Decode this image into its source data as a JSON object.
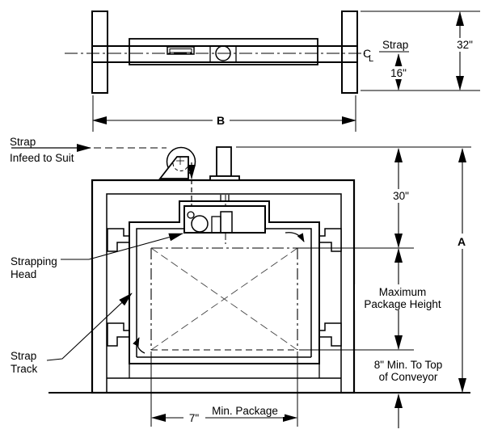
{
  "colors": {
    "line": "#000000",
    "background": "#ffffff",
    "phantom": "#444444"
  },
  "top_view": {
    "strap_label": "Strap",
    "centerline_c": "C",
    "centerline_l": "L",
    "dim_16": "16\"",
    "dim_32": "32\""
  },
  "front_view": {
    "dim_b": "B",
    "dim_a": "A",
    "dim_30": "30\"",
    "dim_7": "7\"",
    "strap_infeed": {
      "line1": "Strap",
      "line2": "Infeed to Suit"
    },
    "strapping_head": {
      "line1": "Strapping",
      "line2": "Head"
    },
    "strap_track": {
      "line1": "Strap",
      "line2": "Track"
    },
    "max_package": {
      "line1": "Maximum",
      "line2": "Package Height"
    },
    "conveyor_clearance": {
      "line1": "8\" Min. To Top",
      "line2": "of Conveyor"
    },
    "min_package_label": "Min. Package"
  }
}
